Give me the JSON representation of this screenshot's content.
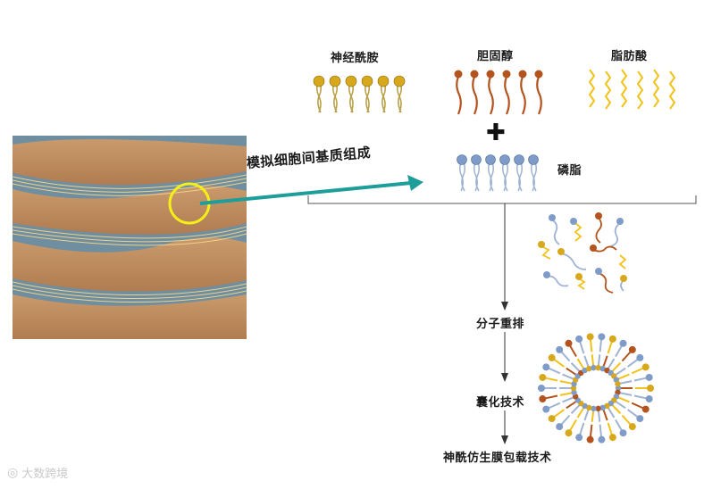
{
  "lipids": {
    "ceramide": {
      "label": "神经酰胺",
      "head_color": "#d8a81c"
    },
    "cholesterol": {
      "label": "胆固醇",
      "head_color": "#b3541e"
    },
    "fatty_acid": {
      "label": "脂肪酸",
      "tail_color": "#f2c21a"
    },
    "phospholipid": {
      "label": "磷脂",
      "head_color": "#7f9bc8"
    }
  },
  "plus_symbol": "✚",
  "arrow_label": "模拟细胞间基质组成",
  "flow_steps": [
    {
      "label": "分子重排"
    },
    {
      "label": "囊化技术"
    },
    {
      "label": "神酰仿生膜包载技术"
    }
  ],
  "watermark": {
    "text": "大数跨境"
  }
}
